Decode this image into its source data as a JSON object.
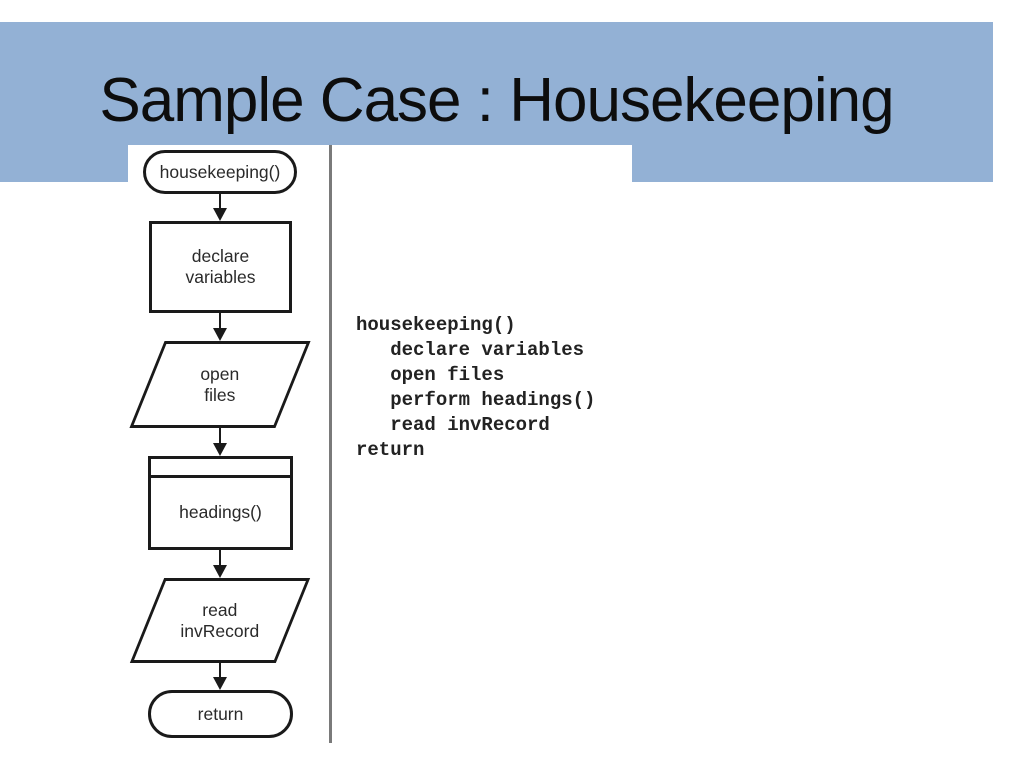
{
  "slide": {
    "title": "Sample Case : Housekeeping"
  },
  "flowchart": {
    "nodes": [
      {
        "type": "terminal",
        "label": "housekeeping()"
      },
      {
        "type": "process",
        "label": "declare\nvariables"
      },
      {
        "type": "input-output",
        "label": "open\nfiles"
      },
      {
        "type": "predefined-process",
        "label": "headings()"
      },
      {
        "type": "input-output",
        "label": "read\ninvRecord"
      },
      {
        "type": "terminal",
        "label": "return"
      }
    ]
  },
  "code": {
    "lines": [
      "housekeeping()",
      "   declare variables",
      "   open files",
      "   perform headings()",
      "   read invRecord",
      "return"
    ]
  },
  "colors": {
    "band_blue": "#93b1d5",
    "shape_stroke": "#1a1a1a",
    "divider_gray": "#7a7a7a",
    "title_text": "#0d0d0d"
  }
}
